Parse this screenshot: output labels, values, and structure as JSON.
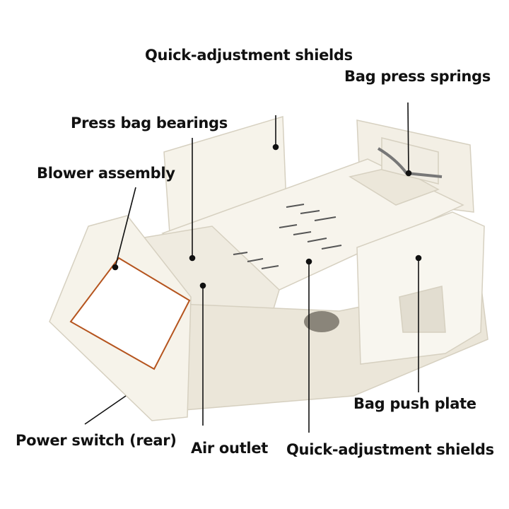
{
  "labels": {
    "quick_adjust_top": "Quick-adjustment shields",
    "bag_press_springs": "Bag press springs",
    "press_bag_bearings": "Press bag bearings",
    "blower_assembly": "Blower assembly",
    "power_switch": "Power switch (rear)",
    "air_outlet": "Air outlet",
    "quick_adjust_bottom": "Quick-adjustment shields",
    "bag_push_plate": "Bag push plate"
  },
  "colors": {
    "body": "#f6f3ea",
    "shade": "#e4dfd2",
    "outline": "#cfc8b8",
    "accent": "#b5541e",
    "line": "#111111"
  }
}
